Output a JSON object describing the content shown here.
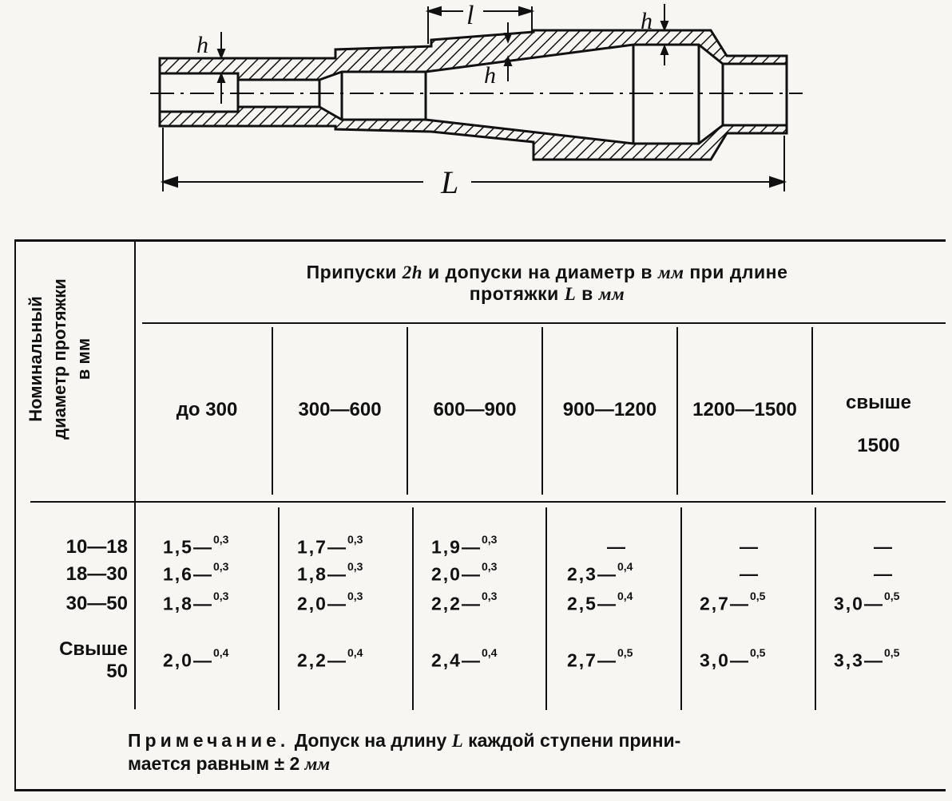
{
  "drawing": {
    "labels": {
      "h": "h",
      "l": "l",
      "L": "L"
    }
  },
  "table": {
    "header_title": "Припуски 2h и допуски на диаметр в мм при длине протяжки L в мм",
    "header_title_parts": [
      "Припуски ",
      "2h",
      " и допуски на диаметр в ",
      "мм",
      " при длине",
      "протяжки ",
      "L",
      " в ",
      "мм"
    ],
    "row_header": [
      "Номинальный",
      "диаметр протяжки",
      "в мм"
    ],
    "columns": [
      "до 300",
      "300—600",
      "600—900",
      "900—1200",
      "1200—1500",
      "свыше",
      "1500"
    ],
    "rows": [
      {
        "label": "10—18",
        "cells": [
          {
            "v": "1,5",
            "t": "0,3"
          },
          {
            "v": "1,7",
            "t": "0,3"
          },
          {
            "v": "1,9",
            "t": "0,3"
          },
          {
            "v": "—",
            "t": ""
          },
          {
            "v": "—",
            "t": ""
          },
          {
            "v": "—",
            "t": ""
          }
        ]
      },
      {
        "label": "18—30",
        "cells": [
          {
            "v": "1,6",
            "t": "0,3"
          },
          {
            "v": "1,8",
            "t": "0,3"
          },
          {
            "v": "2,0",
            "t": "0,3"
          },
          {
            "v": "2,3",
            "t": "0,4"
          },
          {
            "v": "—",
            "t": ""
          },
          {
            "v": "—",
            "t": ""
          }
        ]
      },
      {
        "label": "30—50",
        "cells": [
          {
            "v": "1,8",
            "t": "0,3"
          },
          {
            "v": "2,0",
            "t": "0,3"
          },
          {
            "v": "2,2",
            "t": "0,3"
          },
          {
            "v": "2,5",
            "t": "0,4"
          },
          {
            "v": "2,7",
            "t": "0,5"
          },
          {
            "v": "3,0",
            "t": "0,5"
          }
        ]
      },
      {
        "label": "Свыше",
        "label2": "50",
        "cells": [
          {
            "v": "2,0",
            "t": "0,4"
          },
          {
            "v": "2,2",
            "t": "0,4"
          },
          {
            "v": "2,4",
            "t": "0,4"
          },
          {
            "v": "2,7",
            "t": "0,5"
          },
          {
            "v": "3,0",
            "t": "0,5"
          },
          {
            "v": "3,3",
            "t": "0,5"
          }
        ]
      }
    ]
  },
  "note": {
    "lead": "Примечание.",
    "text1": " Допуск на длину ",
    "L": "L",
    "text2": " каждой ступени прини-",
    "line2": "мается равным ± 2 ",
    "unit": "мм"
  }
}
